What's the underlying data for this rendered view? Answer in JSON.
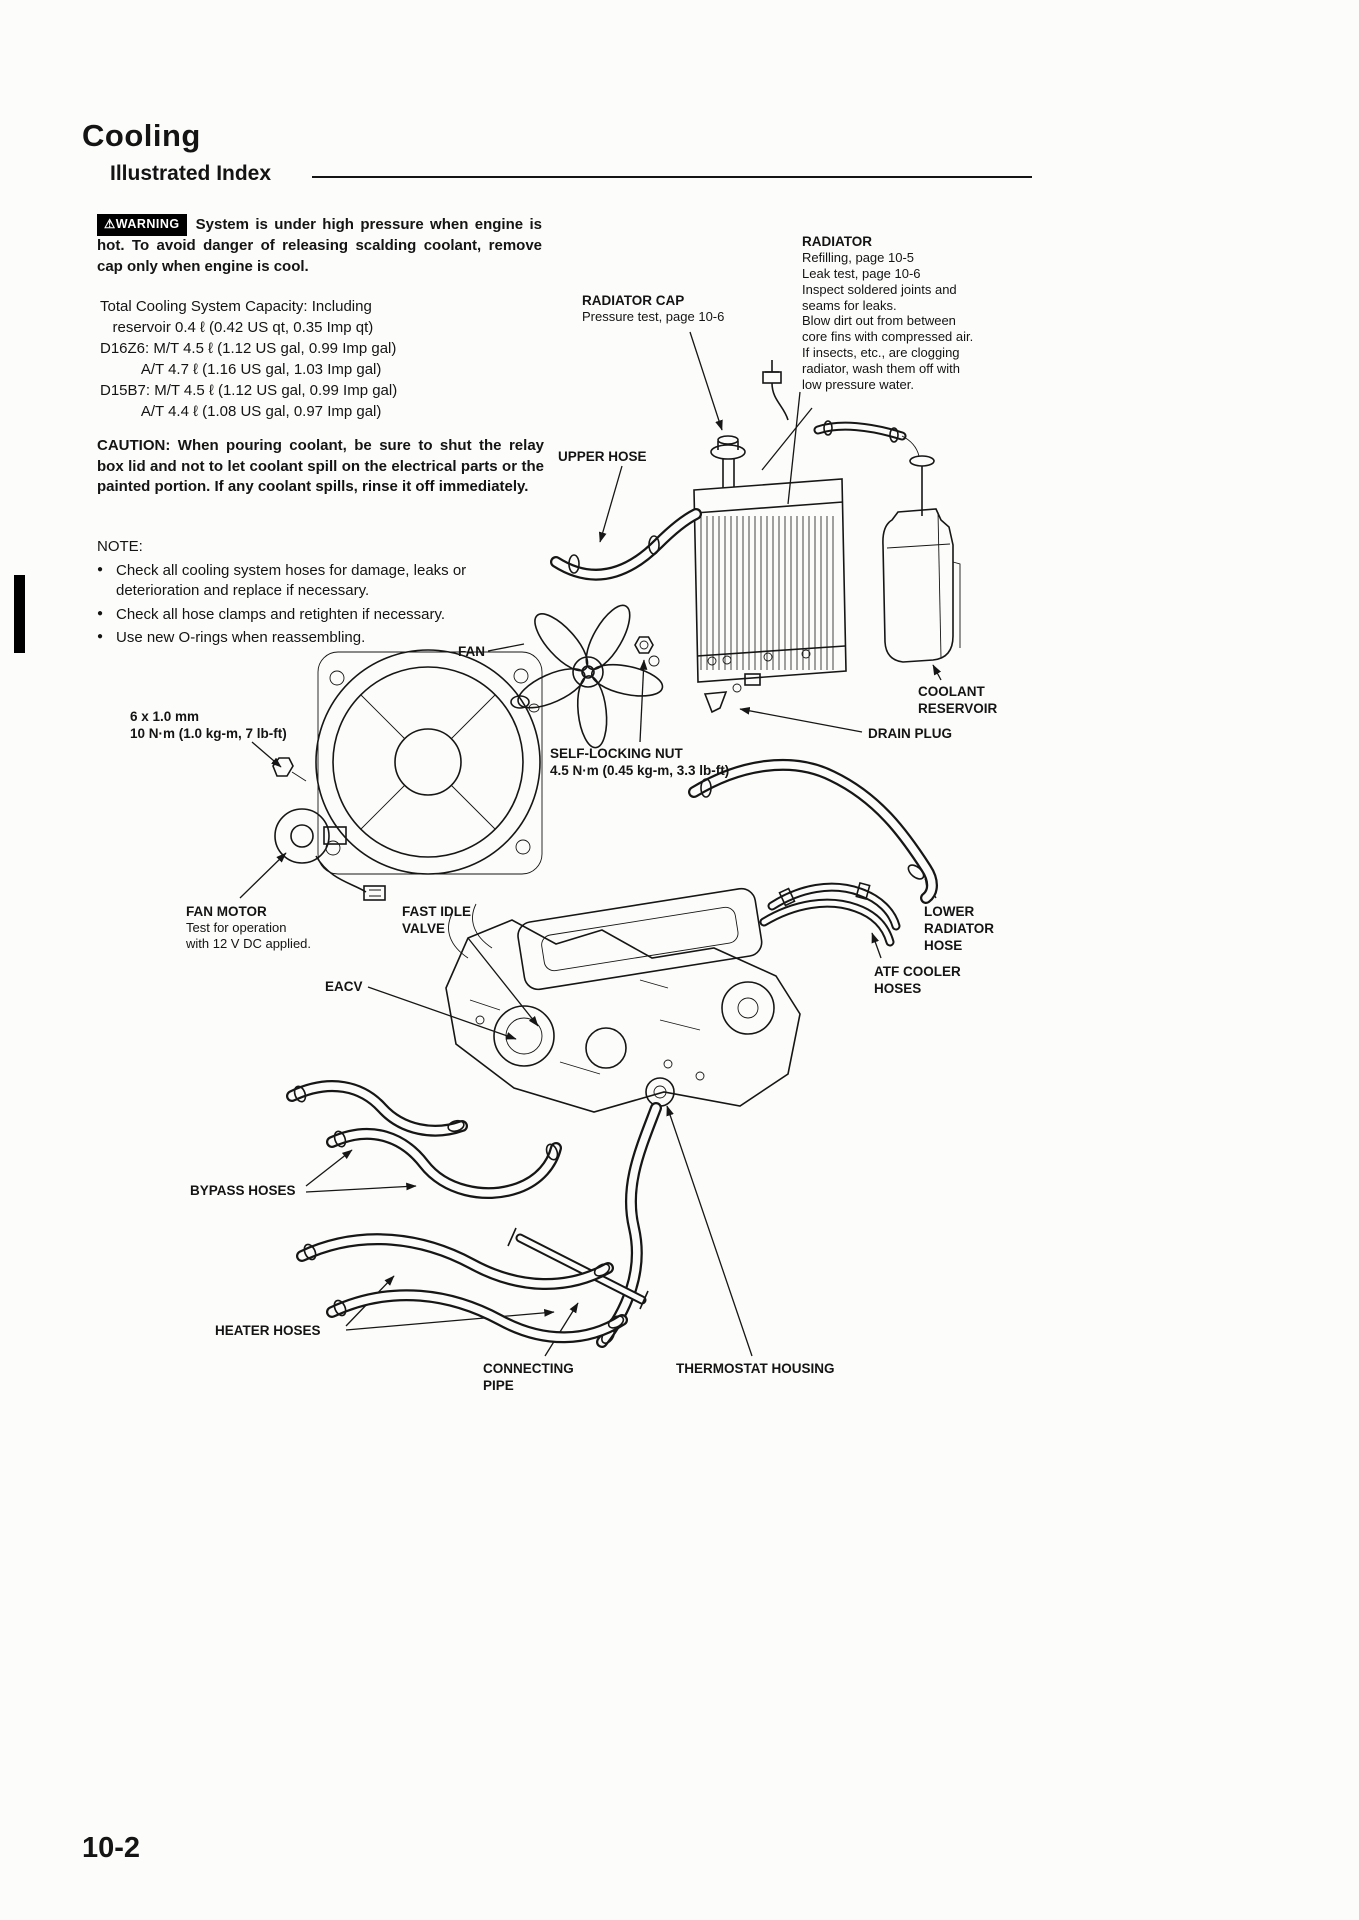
{
  "page": {
    "title": "Cooling",
    "subtitle": "Illustrated Index",
    "page_number": "10-2"
  },
  "warning": {
    "badge": "⚠WARNING",
    "text": "System is under high pressure when engine is hot. To avoid danger of releasing scalding coolant, remove cap only when engine is cool."
  },
  "capacity": {
    "lines": [
      "Total Cooling System Capacity: Including",
      "   reservoir 0.4 ℓ (0.42 US qt, 0.35 Imp qt)",
      "D16Z6: M/T 4.5 ℓ (1.12 US gal, 0.99 Imp gal)",
      "          A/T 4.7 ℓ (1.16 US gal, 1.03 Imp gal)",
      "D15B7: M/T 4.5 ℓ (1.12 US gal, 0.99 Imp gal)",
      "          A/T 4.4 ℓ (1.08 US gal, 0.97 Imp gal)"
    ]
  },
  "caution": {
    "label": "CAUTION:",
    "text": "When pouring coolant, be sure to shut the relay box lid and not to let coolant spill on the electrical parts or the painted portion. If any coolant spills, rinse it off immediately."
  },
  "note": {
    "label": "NOTE:",
    "items": [
      "Check all cooling system hoses for damage, leaks or deterioration and replace if necessary.",
      "Check all hose clamps and retighten if necessary.",
      "Use new O-rings when reassembling."
    ]
  },
  "labels": {
    "radiator_cap": {
      "title": "RADIATOR CAP",
      "sub": "Pressure test, page 10-6"
    },
    "radiator": {
      "title": "RADIATOR",
      "notes": [
        "Refilling, page 10-5",
        "Leak test, page 10-6",
        "Inspect soldered joints and",
        "seams for leaks.",
        "Blow dirt out from between",
        "core fins with compressed air.",
        "If insects, etc., are clogging",
        "radiator, wash them off with",
        "low pressure water."
      ]
    },
    "upper_hose": {
      "title": "UPPER HOSE"
    },
    "fan": {
      "title": "FAN"
    },
    "fan_bolt": {
      "lines": [
        "6 x 1.0 mm",
        "10 N·m (1.0 kg-m, 7 lb-ft)"
      ]
    },
    "self_locking_nut": {
      "lines": [
        "SELF-LOCKING NUT",
        "4.5 N·m (0.45 kg-m, 3.3 lb-ft)"
      ]
    },
    "coolant_reservoir": {
      "lines": [
        "COOLANT",
        "RESERVOIR"
      ]
    },
    "drain_plug": {
      "title": "DRAIN PLUG"
    },
    "fan_motor": {
      "title": "FAN MOTOR",
      "sub_lines": [
        "Test for operation",
        "with 12 V DC applied."
      ]
    },
    "fast_idle_valve": {
      "lines": [
        "FAST IDLE",
        "VALVE"
      ]
    },
    "eacv": {
      "title": "EACV"
    },
    "lower_radiator_hose": {
      "lines": [
        "LOWER",
        "RADIATOR",
        "HOSE"
      ]
    },
    "atf_cooler_hoses": {
      "lines": [
        "ATF COOLER",
        "HOSES"
      ]
    },
    "bypass_hoses": {
      "title": "BYPASS HOSES"
    },
    "heater_hoses": {
      "title": "HEATER HOSES"
    },
    "connecting_pipe": {
      "lines": [
        "CONNECTING",
        "PIPE"
      ]
    },
    "thermostat_housing": {
      "title": "THERMOSTAT HOUSING"
    }
  }
}
